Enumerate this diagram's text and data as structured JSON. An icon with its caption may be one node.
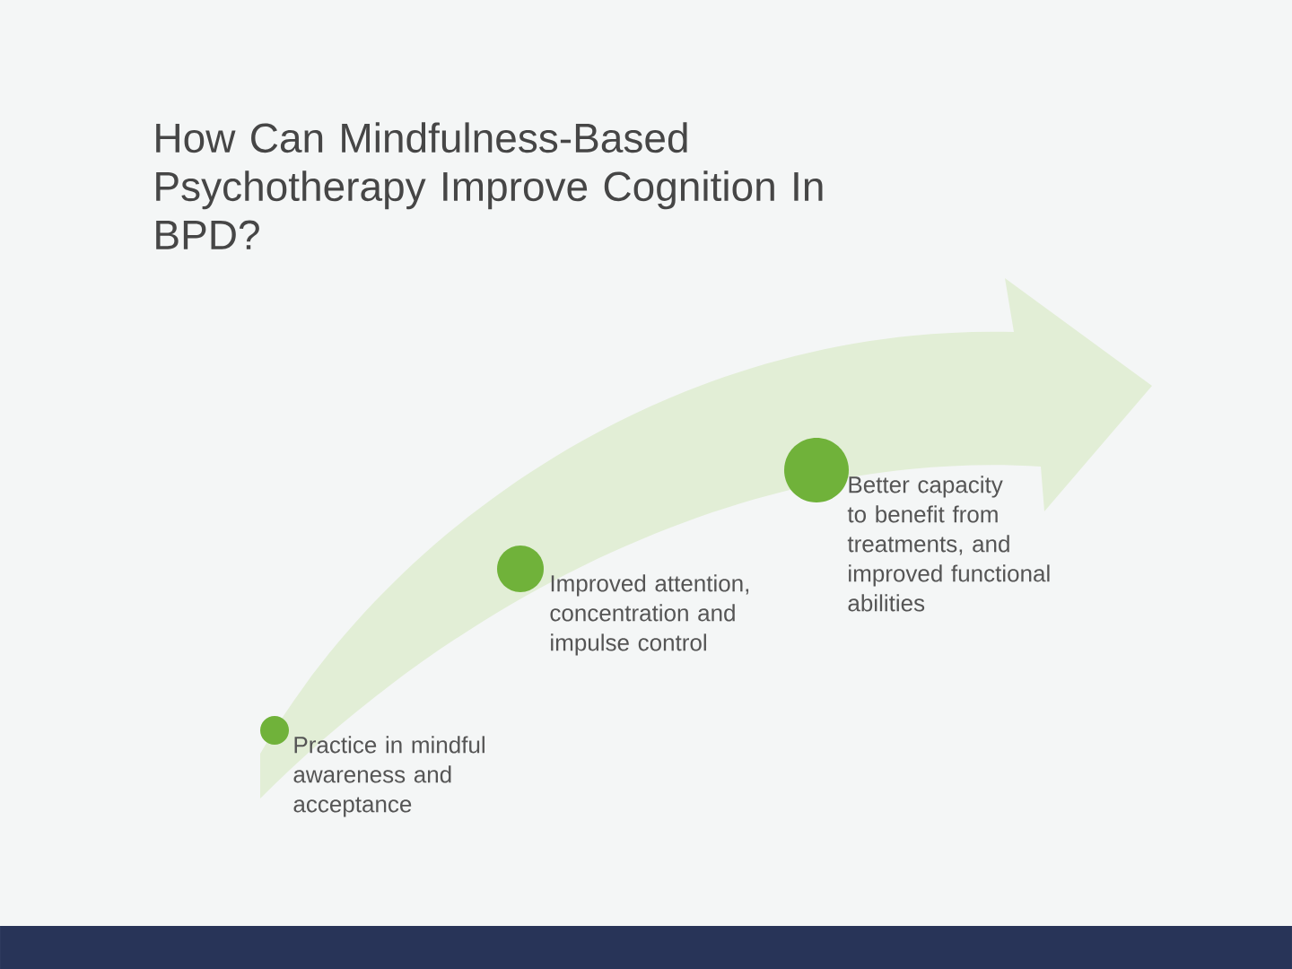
{
  "diagram": {
    "title": "How Can Mindfulness-Based Psychotherapy Improve Cognition In BPD?",
    "nodes": [
      {
        "text": [
          "Practice in mindful awareness and acceptance"
        ]
      },
      {
        "text": [
          "Improved attention, concentration and impulse control"
        ]
      },
      {
        "text": [
          "Better capacity to benefit from treatments, and improved functional abilities"
        ]
      }
    ]
  }
}
